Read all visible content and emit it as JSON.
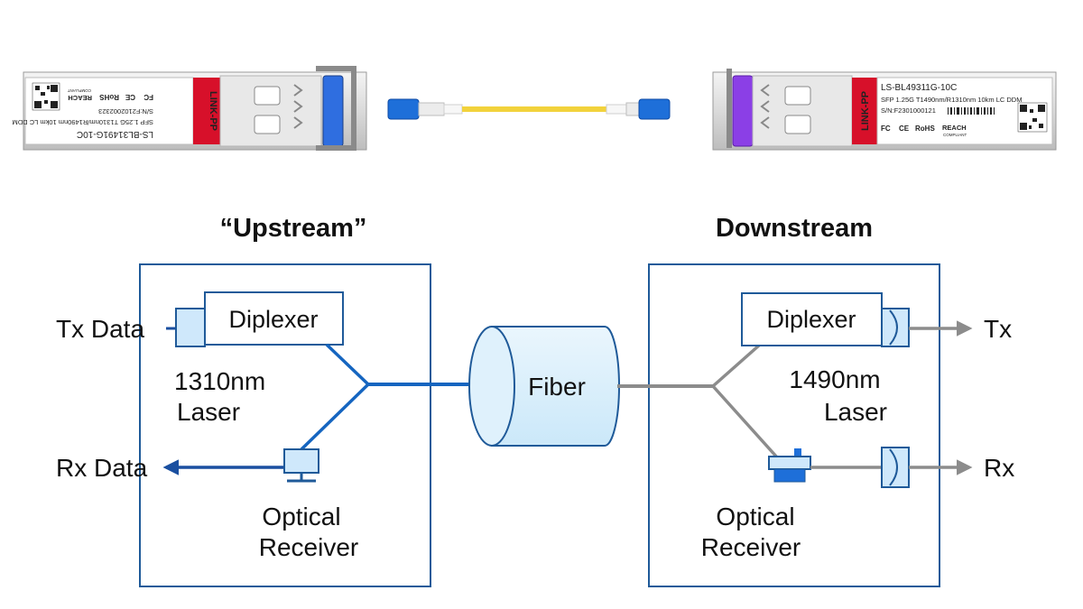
{
  "modules": {
    "left": {
      "brand": "LINK-PP",
      "part_number": "LS-BL31491G-10C",
      "spec": "SFP 1.25G T1310nm/R1490nm 10km LC DDM",
      "serial": "S/N:F2102002323",
      "compliance": [
        "FC",
        "CE",
        "RoHS",
        "REACH"
      ],
      "compliance_note": "COMPLIANT"
    },
    "right": {
      "brand": "LINK-PP",
      "part_number": "LS-BL49311G-10C",
      "spec": "SFP 1.25G T1490nm/R1310nm 10km LC DDM",
      "serial": "S/N:F2301000121",
      "compliance": [
        "FC",
        "CE",
        "RoHS",
        "REACH"
      ],
      "compliance_note": "COMPLIANT"
    }
  },
  "colors": {
    "upstream_line": "#1565c0",
    "downstream_line": "#8c8c8c",
    "box_border": "#1f5a99",
    "component_fill": "#cfe8fb",
    "brand_red": "#d7102a",
    "latch_blue": "#2f6ee0",
    "latch_purple": "#8b3fe6",
    "fiber_yellow": "#f2d23c",
    "connector_blue": "#1e6fd9"
  },
  "upstream": {
    "title": "“Upstream”",
    "tx_label": "Tx Data",
    "rx_label": "Rx Data",
    "diplexer_label": "Diplexer",
    "laser_wavelength": "1310nm",
    "laser_word": "Laser",
    "receiver_line1": "Optical",
    "receiver_line2": "Receiver"
  },
  "fiber": {
    "label": "Fiber"
  },
  "downstream": {
    "title": "Downstream",
    "tx_label": "Tx",
    "rx_label": "Rx",
    "diplexer_label": "Diplexer",
    "laser_wavelength": "1490nm",
    "laser_word": "Laser",
    "receiver_line1": "Optical",
    "receiver_line2": "Receiver"
  }
}
